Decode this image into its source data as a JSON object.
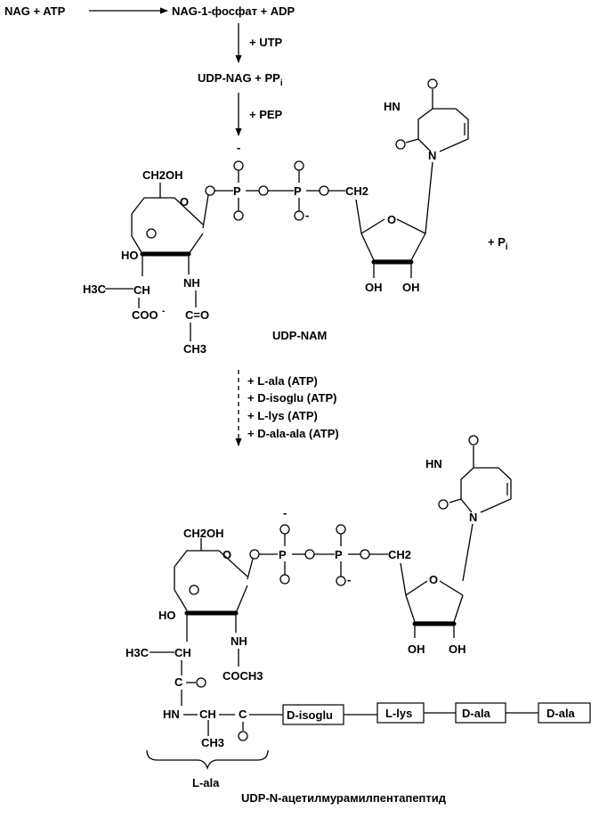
{
  "diagram": {
    "step1_left": "NAG + ATP",
    "step1_right": "NAG-1-фосфат + ADP",
    "plus_utp": "+ UTP",
    "udp_nag": "UDP-NAG + PP",
    "udp_nag_sub": "i",
    "plus_pep": "+ PEP",
    "plus_pi": "+ P",
    "plus_pi_sub": "i",
    "udp_nam": "UDP-NAM",
    "reagents": [
      "+ L-ala (ATP)",
      "+ D-isoglu (ATP)",
      "+ L-lys (ATP)",
      "+ D-ala-ala (ATP)"
    ],
    "final_product": "UDP-N-ацетилмурамилпентапептид",
    "peptide_boxes": [
      "D-isoglu",
      "L-lys",
      "D-ala",
      "D-ala"
    ],
    "brace_label": "L-ala",
    "labels": {
      "ch2oh": "CH2OH",
      "ho": "HO",
      "oh": "OH",
      "nh": "NH",
      "hn": "HN",
      "h3c": "H3C",
      "ch3": "CH3",
      "ch": "CH",
      "c": "C",
      "coo": "COO",
      "c_eq_o": "C=O",
      "coch3": "COCH3",
      "o": "O",
      "p": "P",
      "n": "N",
      "ch2": "CH2",
      "minus": "-"
    }
  },
  "colors": {
    "ink": "#000000",
    "background": "#ffffff"
  }
}
